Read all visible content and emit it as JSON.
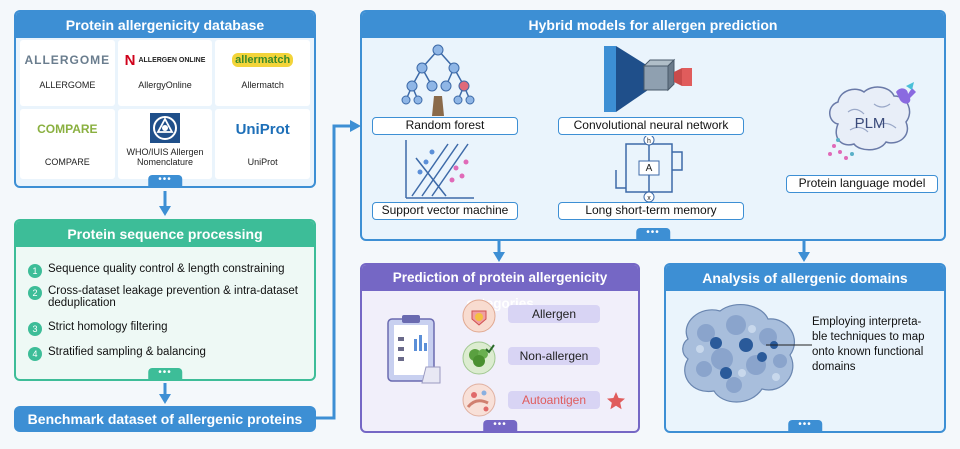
{
  "database": {
    "title": "Protein allergenicity database",
    "entries": [
      {
        "logo": "ALLERGOME",
        "name": "ALLERGOME"
      },
      {
        "logo": "ALLERGEN ONLINE",
        "name": "AllergyOnline"
      },
      {
        "logo": "allermatch",
        "name": "Allermatch"
      },
      {
        "logo": "COMPARE",
        "name": "COMPARE"
      },
      {
        "logo": "",
        "name": "WHO/IUIS Allergen Nomenclature"
      },
      {
        "logo": "UniProt",
        "name": "UniProt"
      }
    ]
  },
  "processing": {
    "title": "Protein sequence processing",
    "steps": [
      {
        "num": "1",
        "text": "Sequence quality control & length constraining"
      },
      {
        "num": "2",
        "text": "Cross-dataset leakage prevention & intra-dataset deduplication"
      },
      {
        "num": "3",
        "text": "Strict homology filtering"
      },
      {
        "num": "4",
        "text": "Stratified sampling & balancing"
      }
    ]
  },
  "benchmark": {
    "title": "Benchmark dataset of allergenic proteins"
  },
  "models": {
    "title": "Hybrid models for allergen prediction",
    "random_forest": "Random forest",
    "svm": "Support vector machine",
    "cnn": "Convolutional neural network",
    "lstm": "Long short-term memory",
    "lstm_labels": {
      "h": "h",
      "a": "A",
      "x": "x"
    },
    "plm": "Protein language model",
    "plm_logo": "PLM"
  },
  "prediction": {
    "title": "Prediction of protein allergenicity categories",
    "categories": [
      "Allergen",
      "Non-allergen",
      "Autoantigen"
    ]
  },
  "analysis": {
    "title": "Analysis of allergenic domains",
    "text": "Employing interpreta-ble techniques to map onto known functional domains",
    "lines": [
      "Employing interpreta-",
      "ble techniques to map",
      "onto known functional",
      "domains"
    ]
  },
  "dots": "•••",
  "colors": {
    "blue": "#3d8fd4",
    "green": "#3dbd98",
    "purple": "#7567c5",
    "autoantigen": "#e05c5c"
  }
}
